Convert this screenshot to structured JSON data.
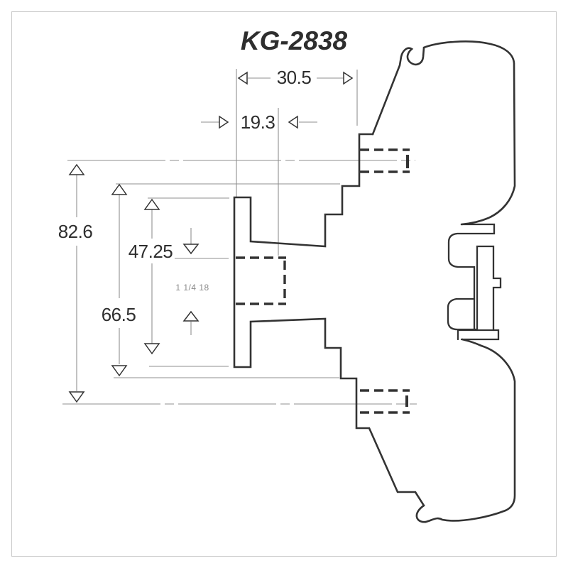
{
  "drawing": {
    "title": "KG-2838",
    "dims": {
      "overall_width": "30.5",
      "hole_depth": "19.3",
      "outer_height": "82.6",
      "flange_height": "47.25",
      "inner_height": "66.5",
      "thread_callout": "1 1/4 18"
    },
    "colors": {
      "outline": "#333333",
      "hidden_line": "#333333",
      "thin_line": "#8f8f8f",
      "text": "#2e2e2e",
      "thread_text": "#8a8a8a",
      "page_border": "#c9c9c9",
      "background": "#ffffff"
    }
  }
}
